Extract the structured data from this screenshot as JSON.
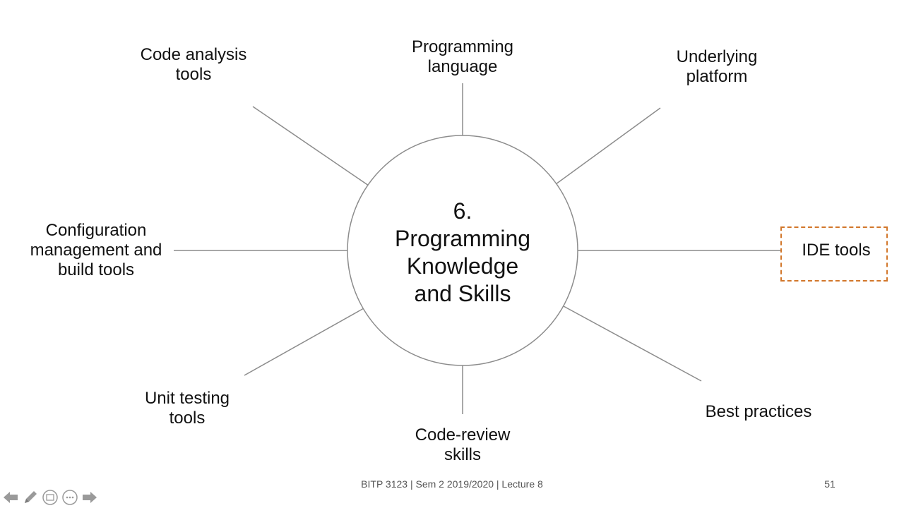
{
  "diagram": {
    "center": {
      "label": "6.\nProgramming\nKnowledge\nand Skills"
    },
    "nodes": [
      {
        "id": "code-analysis",
        "label": "Code analysis\ntools"
      },
      {
        "id": "prog-lang",
        "label": "Programming\nlanguage"
      },
      {
        "id": "underlying",
        "label": "Underlying\nplatform"
      },
      {
        "id": "config",
        "label": "Configuration\nmanagement and\nbuild tools"
      },
      {
        "id": "ide",
        "label": "IDE tools",
        "highlighted": true
      },
      {
        "id": "unit-testing",
        "label": "Unit testing\ntools"
      },
      {
        "id": "code-review",
        "label": "Code-review\nskills"
      },
      {
        "id": "best-practices",
        "label": "Best practices"
      }
    ]
  },
  "footer": {
    "text": "BITP 3123 | Sem 2 2019/2020 | Lecture 8",
    "slide_number": "51"
  },
  "controls": [
    {
      "icon": "arrow-left-icon"
    },
    {
      "icon": "pen-icon"
    },
    {
      "icon": "slides-icon"
    },
    {
      "icon": "more-icon"
    },
    {
      "icon": "arrow-right-icon"
    }
  ],
  "colors": {
    "line": "#8c8c8c",
    "highlight_border": "#d2772b",
    "text": "#111111"
  }
}
